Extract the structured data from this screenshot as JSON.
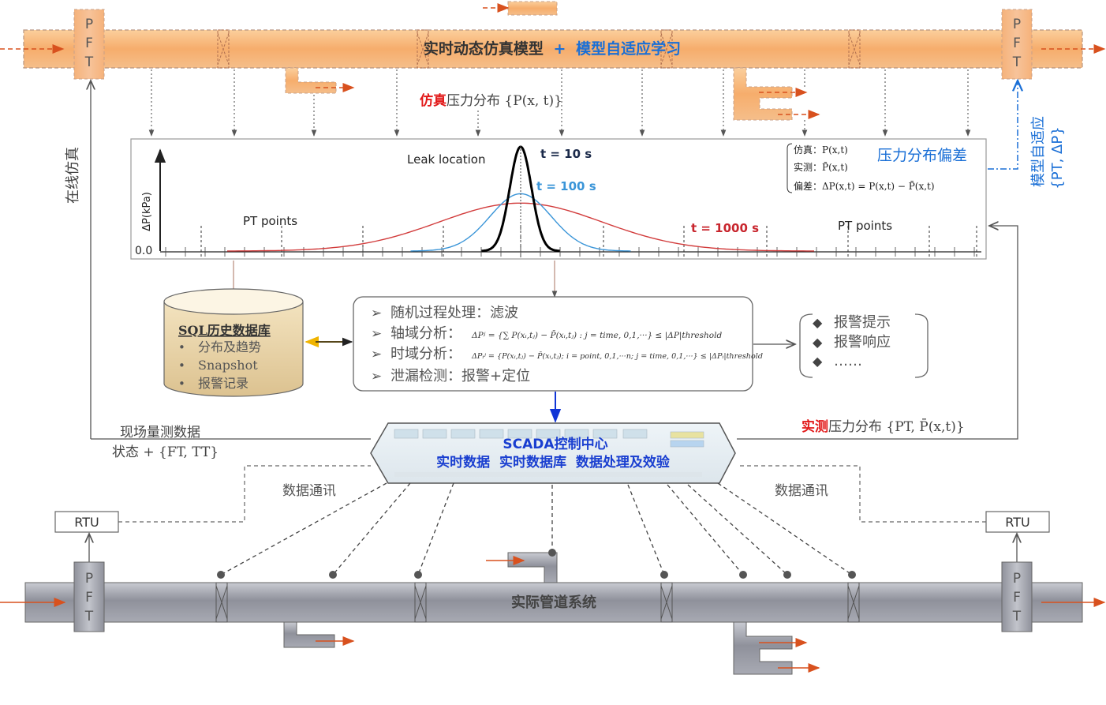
{
  "sim_model": {
    "title_part1": "实时动态仿真模型",
    "plus": "+",
    "title_part2": "模型自适应学习",
    "sim_dist_prefix": "仿真",
    "sim_dist_suffix": "压力分布 {P(x, t)}"
  },
  "pft_letters": [
    "P",
    "F",
    "T"
  ],
  "left_side_label": "在线仿真",
  "right_side_label_line1": "模型自适应",
  "right_side_label_line2": "{PT, ΔP}",
  "pressure_chart": {
    "ylabel": "ΔP(kPa)",
    "zero_label": "0.0",
    "leak_label": "Leak location",
    "pt_points_left": "PT points",
    "pt_points_right": "PT points",
    "legend_title": "压力分布偏差",
    "formula_sim": "仿真：P(x,t)",
    "formula_meas": "实测：P̄(x,t)",
    "formula_dev": "偏差：ΔP(x,t) = P(x,t) − P̄(x,t)"
  },
  "chart_data": {
    "type": "line",
    "title": "",
    "xlabel": "",
    "ylabel": "ΔP(kPa)",
    "grid": false,
    "series": [
      {
        "name": "t = 10 s",
        "color": "#000000",
        "x": [
          -0.16,
          -0.08,
          -0.04,
          0,
          0.04,
          0.08,
          0.16
        ],
        "y": [
          0.0,
          0.1,
          0.55,
          1.0,
          0.55,
          0.1,
          0.0
        ]
      },
      {
        "name": "t = 100 s",
        "color": "#3a95d8",
        "x": [
          -0.45,
          -0.3,
          -0.15,
          0,
          0.15,
          0.3,
          0.45
        ],
        "y": [
          0.0,
          0.08,
          0.4,
          0.55,
          0.4,
          0.08,
          0.0
        ]
      },
      {
        "name": "t = 1000 s",
        "color": "#d23c3c",
        "x": [
          -1.2,
          -0.8,
          -0.4,
          0,
          0.4,
          0.8,
          1.2
        ],
        "y": [
          0.0,
          0.1,
          0.3,
          0.46,
          0.3,
          0.1,
          0.0
        ]
      }
    ]
  },
  "database": {
    "title": "SQL历史数据库",
    "items": [
      "分布及趋势",
      "Snapshot",
      "报警记录"
    ]
  },
  "analysis": {
    "items": [
      {
        "label": "随机过程处理：滤波",
        "formula": ""
      },
      {
        "label": "轴域分析：",
        "formula": "ΔPʲ = {∑ P(xᵢ,tⱼ) − P̄(xᵢ,tⱼ) : j = time, 0,1,···} ≤ |ΔP|threshold"
      },
      {
        "label": "时域分析：",
        "formula": "ΔPᵢʲ = {P(xᵢ,tⱼ) − P̄(xᵢ,tⱼ); i = point, 0,1,···n; j = time, 0,1,···} ≤ |ΔPᵢ|threshold"
      },
      {
        "label": "泄漏检测：报警+定位",
        "formula": ""
      }
    ]
  },
  "alarms": {
    "items": [
      "报警提示",
      "报警响应",
      "……"
    ]
  },
  "scada": {
    "title": "SCADA控制中心",
    "subtitle": "实时数据  实时数据库  数据处理及效验"
  },
  "field_data": {
    "line1": "现场量测数据",
    "line2": "状态 + {FT, TT}"
  },
  "measured_dist": {
    "prefix": "实测",
    "suffix": "压力分布 {PT, P̄(x,t)}"
  },
  "comm_left": "数据通讯",
  "comm_right": "数据通讯",
  "rtu_left": "RTU",
  "rtu_right": "RTU",
  "pipeline_label": "实际管道系统",
  "colors": {
    "orange_pipe": "#f6ad6c",
    "gray_pipe": "#8e909a",
    "accent_blue": "#1a6fd6",
    "accent_red": "#e21a1a",
    "arrow_orange": "#d8511e"
  }
}
